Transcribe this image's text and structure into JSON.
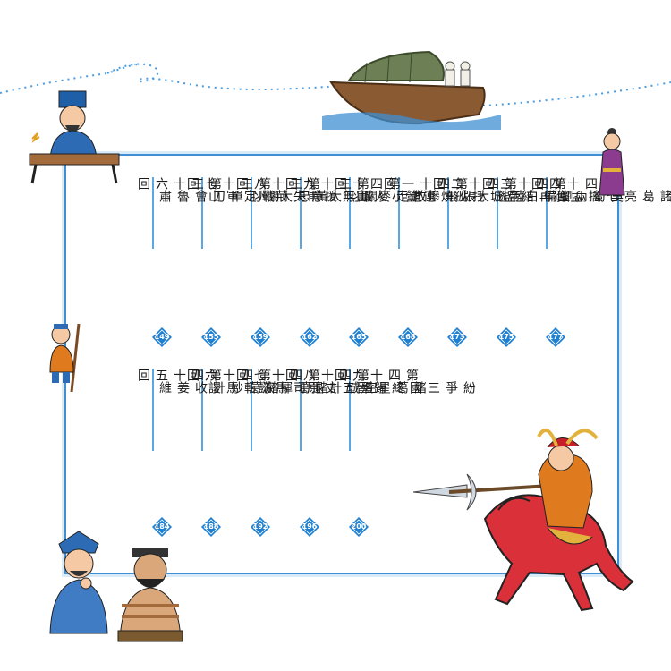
{
  "entries_top": [
    {
      "num": "第四十四回",
      "title": "諸葛亮七擒孟獲",
      "page": "177"
    },
    {
      "num": "第四十三回",
      "title": "吳蜀兩國再結盟",
      "page": "175"
    },
    {
      "num": "第四十二回",
      "title": "劉備白帝城托孤",
      "page": "173"
    },
    {
      "num": "第四十一回",
      "title": "陸遜大火燒連營",
      "page": "168"
    },
    {
      "num": "第四十回",
      "title": "張飛慘遭小人害",
      "page": "165"
    },
    {
      "num": "第三十九回",
      "title": "敗走麥城無援軍",
      "page": "162"
    },
    {
      "num": "第三十八回",
      "title": "關羽大意失荊州",
      "page": "159"
    },
    {
      "num": "第三十七回",
      "title": "黃忠大戰定軍山",
      "page": "155"
    },
    {
      "num": "第三十六回",
      "title": "關羽單刀會魯肅",
      "page": "149"
    }
  ],
  "entries_bottom": [
    {
      "num": "第四十九回",
      "title": "紛爭三國終歸晉",
      "page": "200"
    },
    {
      "num": "第四十八回",
      "title": "諸葛星殞五丈原",
      "page": "196"
    },
    {
      "num": "第四十七回",
      "title": "空城計退司馬懿",
      "page": "192"
    },
    {
      "num": "第四十六回",
      "title": "諸葛揮淚斬馬謖",
      "page": "188"
    },
    {
      "num": "第四十五回",
      "title": "諸葛妙計收姜維",
      "page": "184"
    }
  ],
  "colors": {
    "frame": "#3f8fd2",
    "badge": "#1f7fd0",
    "dots": "#4a9be0"
  },
  "illustrations": [
    "boat-illustration",
    "scholar-at-desk-illustration",
    "standing-official-illustration",
    "child-with-spear-illustration",
    "strategist-fan-illustration",
    "bound-warrior-illustration",
    "general-on-red-horse-illustration"
  ]
}
